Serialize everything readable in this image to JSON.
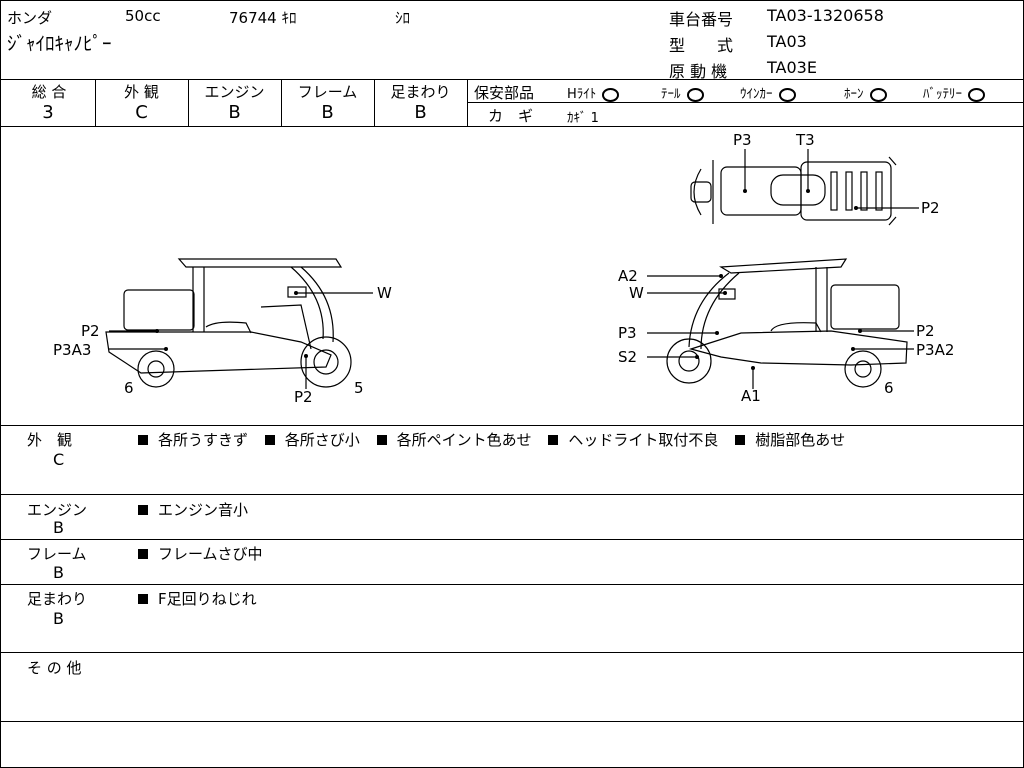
{
  "header": {
    "maker": "ホンダ",
    "cc": "50cc",
    "mileage": "76744 ｷﾛ",
    "color": "ｼﾛ",
    "model_name": "ｼﾞｬｲﾛｷｬﾉﾋﾟｰ",
    "frame_no_label": "車台番号",
    "frame_no": "TA03-1320658",
    "type_label": "型　　式",
    "type_value": "TA03",
    "engine_label": "原 動 機",
    "engine_value": "TA03E"
  },
  "grades": {
    "items": [
      {
        "label": "総 合",
        "value": "3"
      },
      {
        "label": "外 観",
        "value": "C"
      },
      {
        "label": "エンジン",
        "value": "B"
      },
      {
        "label": "フレーム",
        "value": "B"
      },
      {
        "label": "足まわり",
        "value": "B"
      }
    ],
    "safety_label": "保安部品",
    "safety_items": [
      {
        "label": "Hﾗｲﾄ"
      },
      {
        "label": "ﾃｰﾙ"
      },
      {
        "label": "ｳｲﾝｶｰ"
      },
      {
        "label": "ﾎｰﾝ"
      },
      {
        "label": "ﾊﾞｯﾃﾘｰ"
      }
    ],
    "key_label": "カ　ギ",
    "key_value": "ｶｷﾞ 1"
  },
  "diagram_labels": {
    "left_w": "W",
    "left_p2": "P2",
    "left_p3a3": "P3A3",
    "left_6": "6",
    "left_p2_bottom": "P2",
    "left_5": "5",
    "top_p3": "P3",
    "top_t3": "T3",
    "top_p2": "P2",
    "right_a2": "A2",
    "right_w": "W",
    "right_p3": "P3",
    "right_s2": "S2",
    "right_p2": "P2",
    "right_p3a2": "P3A2",
    "right_a1": "A1",
    "right_6": "6"
  },
  "notes": [
    {
      "label": "外　観",
      "grade": "C",
      "items": [
        "各所うすきず",
        "各所さび小",
        "各所ペイント色あせ",
        "ヘッドライト取付不良",
        "樹脂部色あせ"
      ]
    },
    {
      "label": "エンジン",
      "grade": "B",
      "items": [
        "エンジン音小"
      ]
    },
    {
      "label": "フレーム",
      "grade": "B",
      "items": [
        "フレームさび中"
      ]
    },
    {
      "label": "足まわり",
      "grade": "B",
      "items": [
        "F足回りねじれ"
      ]
    },
    {
      "label": "そ の 他",
      "grade": "",
      "items": []
    }
  ]
}
